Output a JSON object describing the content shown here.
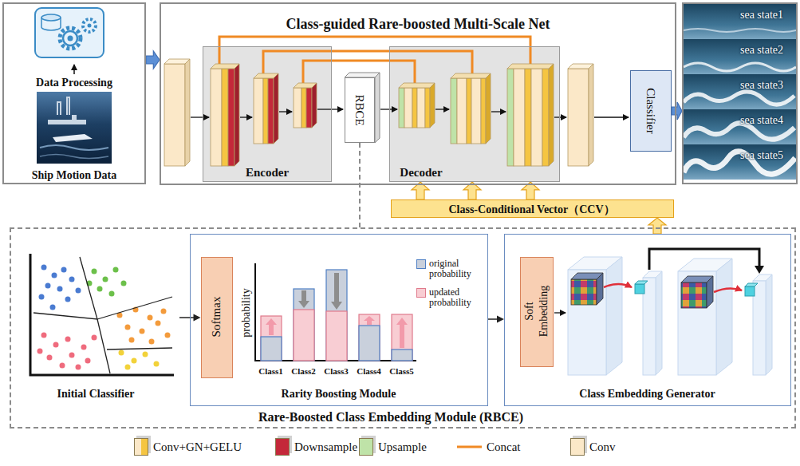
{
  "diagram": {
    "nodes": [
      {
        "text": [
          "Data Processing",
          "Ship Motion Data"
        ]
      },
      {
        "text": [
          "Class-guided Rare-boosted Multi-Scale Net"
        ]
      },
      {
        "text": [
          "Encoder"
        ],
        "in": 1
      },
      {
        "text": [
          "RBCE"
        ],
        "in": 1
      },
      {
        "text": [
          "Decoder"
        ],
        "in": 1
      },
      {
        "text": [
          "Classifier"
        ],
        "in": 1
      },
      {
        "text": [
          "sea state1",
          "sea state2",
          "sea state3",
          "sea state4",
          "sea state5"
        ]
      },
      {
        "text": [
          "Class-Conditional Vector（CCV）"
        ]
      },
      {
        "text": [
          "Rare-Boosted Class Embedding Module (RBCE)"
        ]
      },
      {
        "text": [
          "Initial Classifier"
        ],
        "in": 8
      },
      {
        "text": [
          "Rarity Boosting Module"
        ],
        "in": 8
      },
      {
        "text": [
          "Softmax"
        ],
        "in": 10
      },
      {
        "text": [
          "Class Embedding Generator"
        ],
        "in": 8
      },
      {
        "text": [
          "Soft Embedding"
        ],
        "in": 12
      }
    ],
    "edges": [
      {
        "from": 0,
        "to": 1,
        "arrow": "to"
      },
      {
        "from": 5,
        "to": 6,
        "arrow": "to"
      },
      {
        "from": 3,
        "to": 8,
        "arrow": "none"
      },
      {
        "from": 7,
        "to": 4,
        "arrow": "to"
      },
      {
        "from": 12,
        "to": 7,
        "arrow": "to"
      },
      {
        "from": 9,
        "to": 11,
        "arrow": "to"
      },
      {
        "from": 10,
        "to": 12,
        "arrow": "to"
      }
    ],
    "labels": [
      "probability",
      "Class1",
      "Class2",
      "Class3",
      "Class4",
      "Class5"
    ],
    "legend": [
      {
        "text": "original probability",
        "color": "#c9d0dc"
      },
      {
        "text": "updated probability",
        "color": "#f8cdd3"
      },
      {
        "text": "Conv+GN+GELU",
        "color": "#f5c542"
      },
      {
        "text": "Downsample",
        "color": "#c4283a"
      },
      {
        "text": "Upsample",
        "color": "#bfe3a8"
      },
      {
        "text": "Concat"
      },
      {
        "text": "Conv",
        "color": "#fbe8c8"
      }
    ]
  }
}
